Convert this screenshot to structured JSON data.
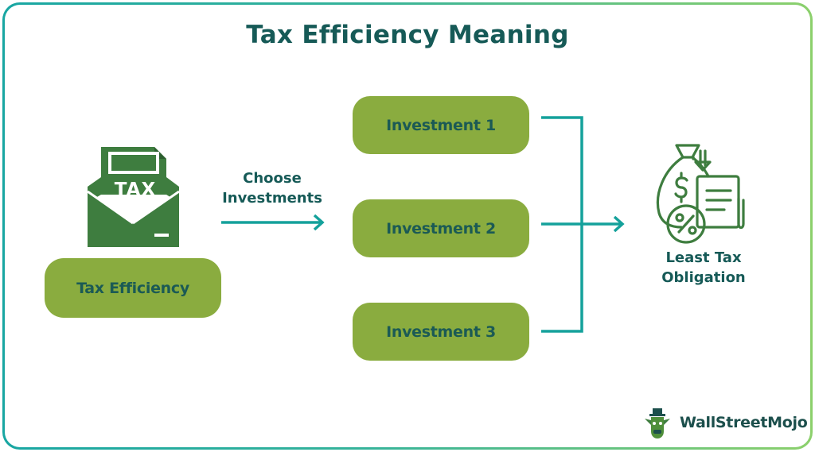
{
  "title": "Tax Efficiency Meaning",
  "source": {
    "tax_icon_text": "TAX",
    "label": "Tax Efficiency"
  },
  "arrow_label": "Choose Investments",
  "investments": [
    "Investment 1",
    "Investment 2",
    "Investment 3"
  ],
  "result": {
    "label": "Least Tax Obligation"
  },
  "logo": {
    "text": "WallStreetMojo"
  },
  "colors": {
    "pill": "#8aac3f",
    "pill_text": "#1b5a55",
    "title": "#165a57",
    "icon": "#3e7d3f",
    "connector": "#14a19b"
  }
}
